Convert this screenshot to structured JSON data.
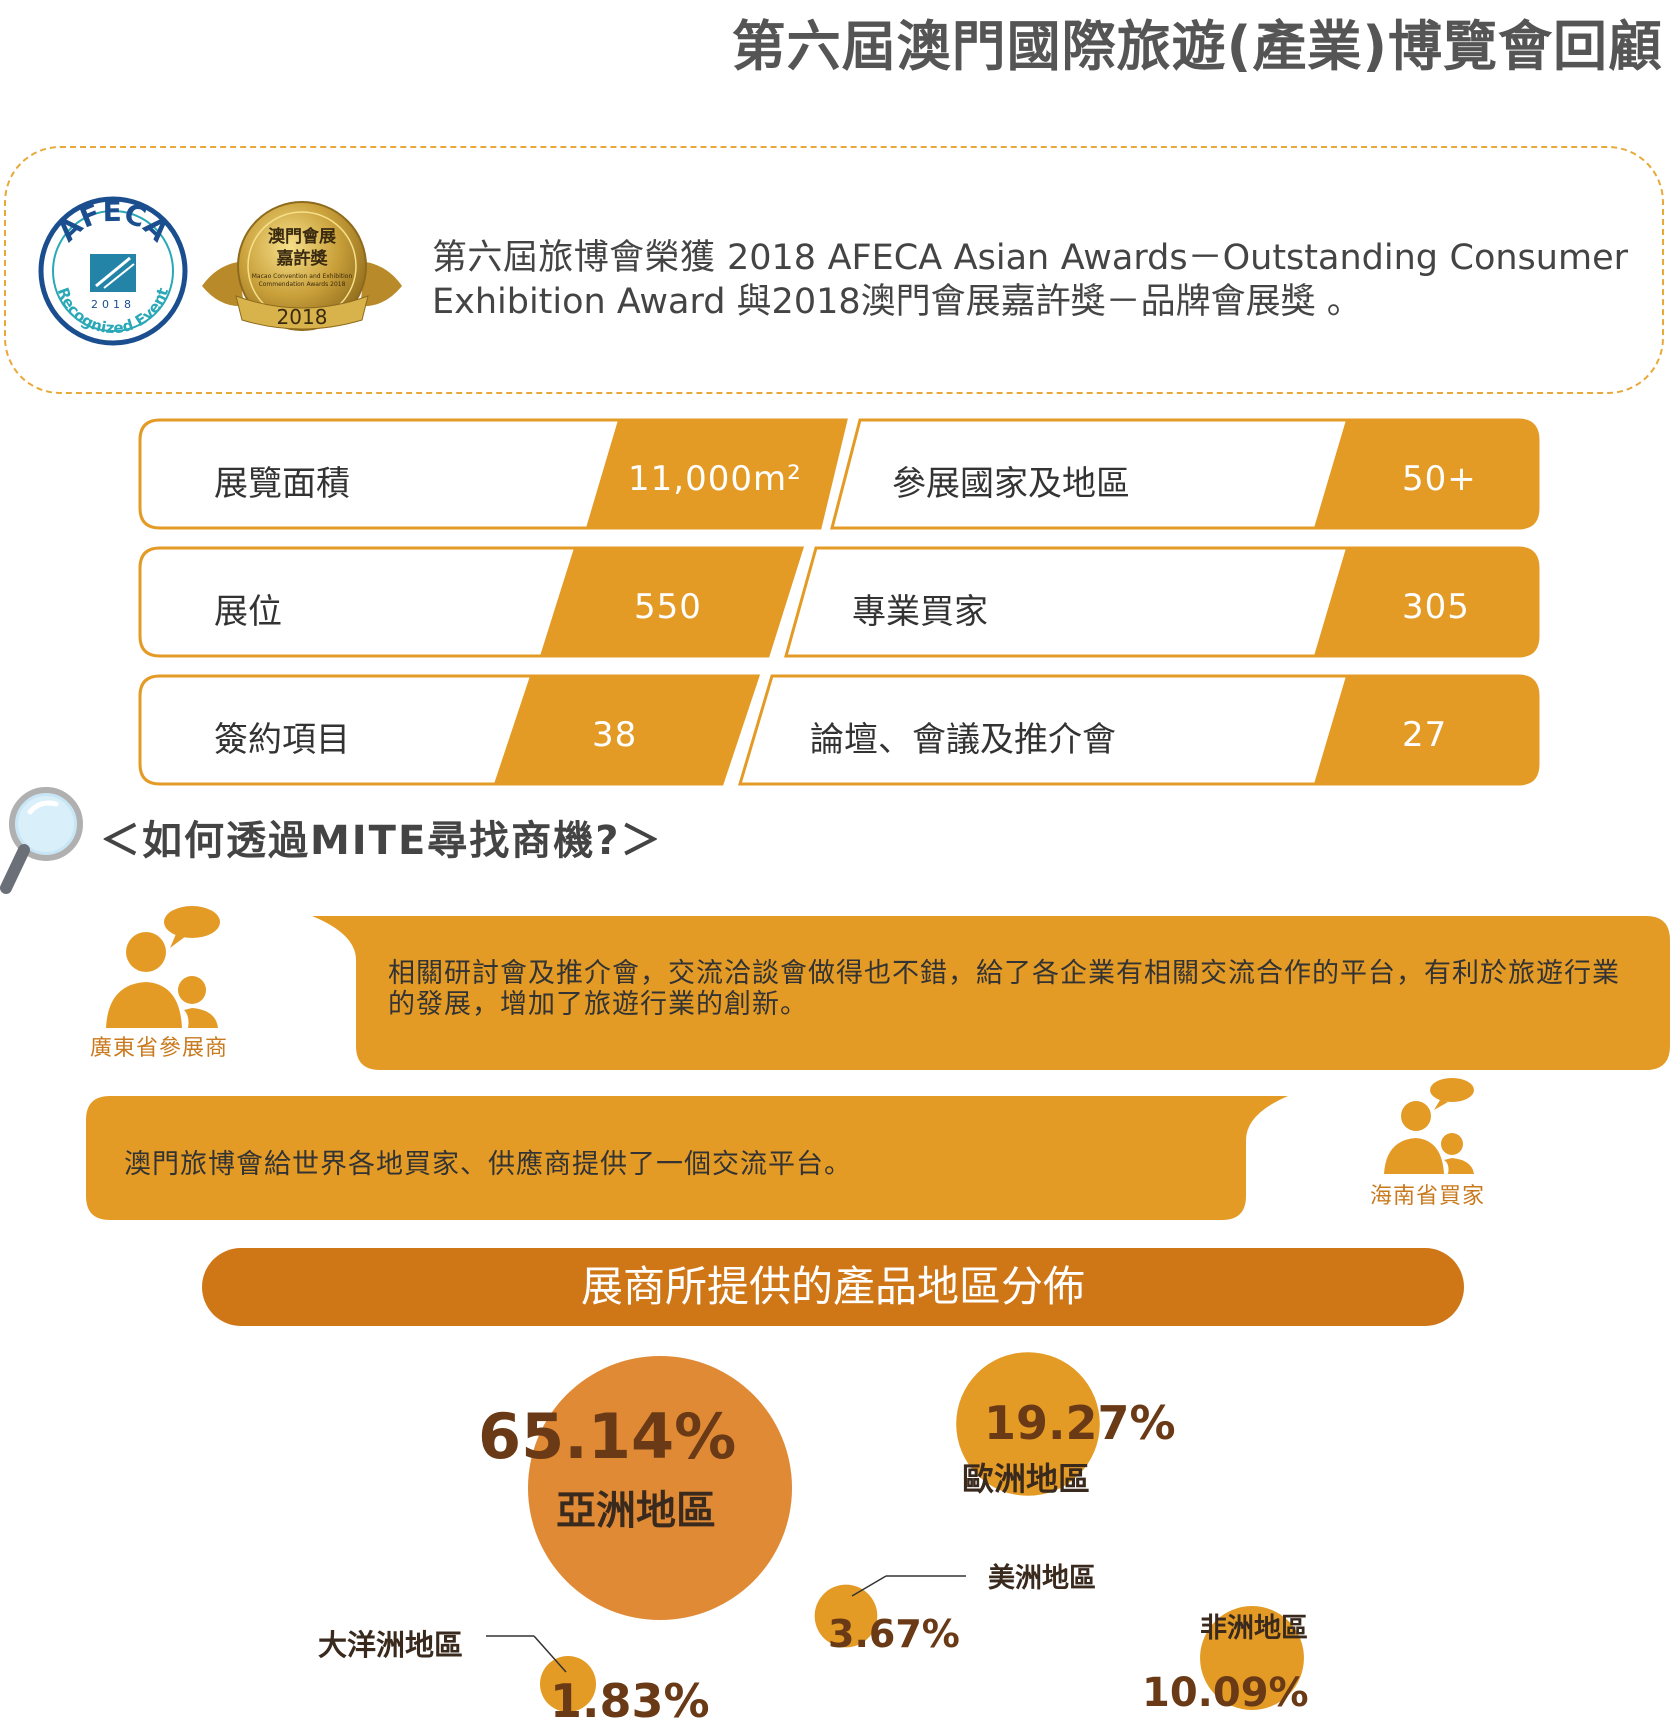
{
  "page": {
    "title": "第六屆澳門國際旅遊(產業)博覽會回顧"
  },
  "award": {
    "afeca_logo_text": "AFECA",
    "afeca_ring_text": "Recognized Event",
    "afeca_year": "2018",
    "medal_title_line1": "澳門會展",
    "medal_title_line2": "嘉許獎",
    "medal_sub1": "Macao Convention and Exhibition",
    "medal_sub2": "Commendation Awards 2018",
    "medal_year": "2018",
    "text_line1": "第六屆旅博會榮獲 2018 AFECA Asian Awards－Outstanding Consumer",
    "text_line2": "Exhibition Award 與2018澳門會展嘉許獎－品牌會展獎 。"
  },
  "stats": [
    {
      "label": "展覽面積",
      "value": "11,000m²"
    },
    {
      "label": "參展國家及地區",
      "value": "50+"
    },
    {
      "label": "展位",
      "value": "550"
    },
    {
      "label": "專業買家",
      "value": "305"
    },
    {
      "label": "簽約項目",
      "value": "38"
    },
    {
      "label": "論壇、會議及推介會",
      "value": "27"
    }
  ],
  "mite": {
    "section_title": "＜如何透過MITE尋找商機?＞",
    "quote1_speaker": "廣東省參展商",
    "quote1_text": "相關研討會及推介會，交流洽談會做得也不錯，給了各企業有相關交流合作的平台，有利於旅遊行業的發展，增加了旅遊行業的創新。",
    "quote2_speaker": "海南省買家",
    "quote2_text": "澳門旅博會給世界各地買家、供應商提供了一個交流平台。"
  },
  "distribution": {
    "title": "展商所提供的產品地區分佈"
  },
  "chart_data": {
    "type": "bubble",
    "title": "展商所提供的產品地區分佈",
    "series": [
      {
        "label": "亞洲地區",
        "value": 65.14,
        "display": "65.14%"
      },
      {
        "label": "歐洲地區",
        "value": 19.27,
        "display": "19.27%"
      },
      {
        "label": "非洲地區",
        "value": 10.09,
        "display": "10.09%"
      },
      {
        "label": "美洲地區",
        "value": 3.67,
        "display": "3.67%"
      },
      {
        "label": "大洋洲地區",
        "value": 1.83,
        "display": "1.83%"
      }
    ]
  },
  "colors": {
    "accent": "#e49b26",
    "dark_orange": "#cf7617",
    "bubble_big": "#e08a35",
    "bubble_other": "#e49b26",
    "brown_text": "#6a3a16"
  }
}
